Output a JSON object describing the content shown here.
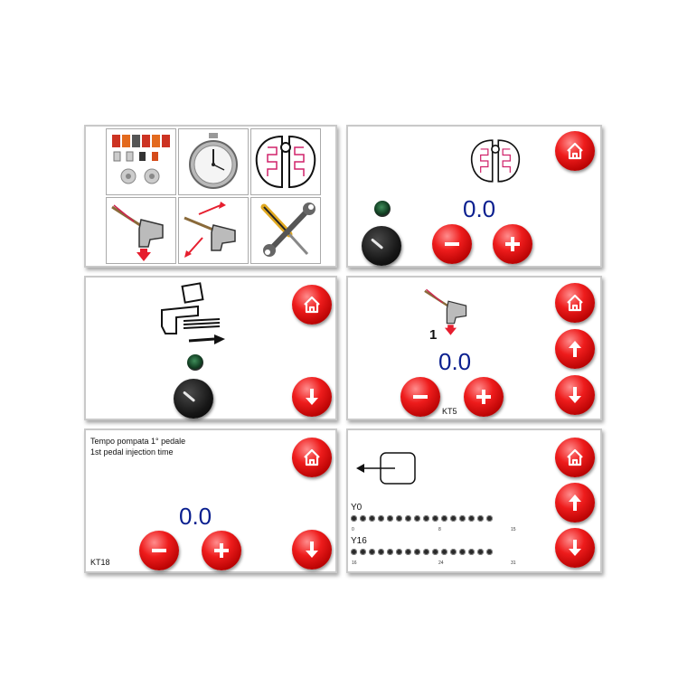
{
  "panels": {
    "menu": {
      "tiles": [
        "switches-icon",
        "stopwatch-icon",
        "mold-icon",
        "lever-down-icon",
        "lever-move-icon",
        "tools-icon"
      ]
    },
    "mold": {
      "value": "0.0"
    },
    "transfer": {},
    "kt5": {
      "step": "1",
      "value": "0.0",
      "code": "KT5"
    },
    "kt18": {
      "title_it": "Tempo pompata 1° pedale",
      "title_en": "1st pedal injection time",
      "value": "0.0",
      "code": "KT18"
    },
    "io": {
      "row1_label": "Y0",
      "row1_ticks": [
        "0",
        "8",
        "15"
      ],
      "row2_label": "Y16",
      "row2_ticks": [
        "16",
        "24",
        "31"
      ]
    }
  },
  "colors": {
    "button_red": "#ee1c1c",
    "value_blue": "#0a1f8f"
  }
}
